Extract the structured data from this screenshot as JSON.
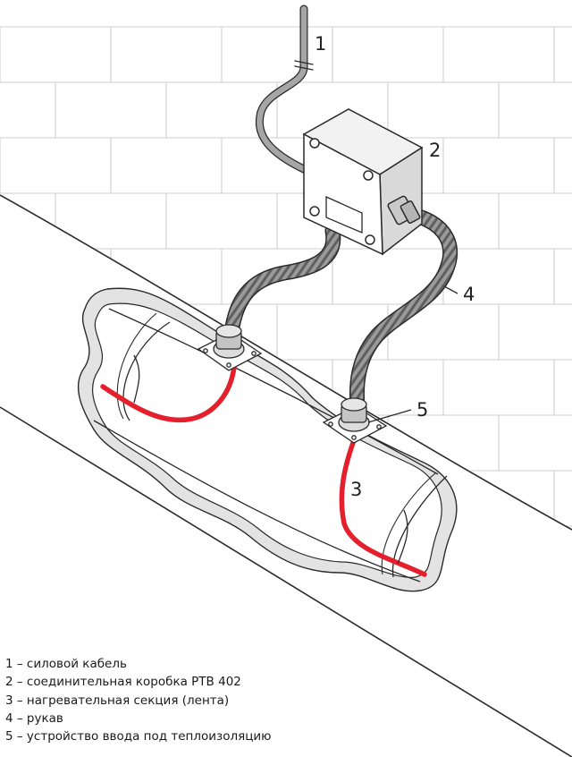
{
  "callouts": [
    "1",
    "2",
    "3",
    "4",
    "5"
  ],
  "legend": [
    "1 – силовой кабель",
    "2 – соединительная коробка РТВ 402",
    "3 – нагревательная секция (лента)",
    "4 – рукав",
    "5 – устройство ввода под теплоизоляцию"
  ],
  "colors": {
    "background": "#ffffff",
    "brick_line": "#d6d6d6",
    "outline": "#2a2a2a",
    "heating_cable": "#e3202b",
    "insulation": "#e3e3e3",
    "hose": "#8a8a8a",
    "power_cable": "#a6a6a6"
  }
}
